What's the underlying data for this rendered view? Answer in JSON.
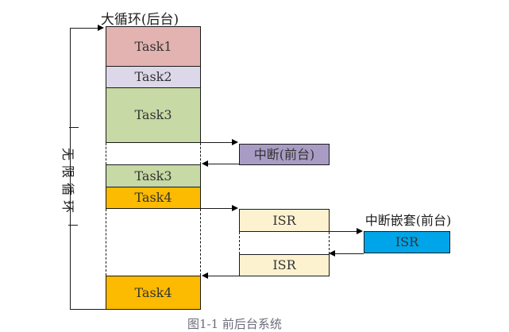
{
  "diagram": {
    "title": "大循环(后台)",
    "loop_label": "无限循环",
    "tasks": [
      {
        "label": "Task1",
        "color": "#e2b3b0"
      },
      {
        "label": "Task2",
        "color": "#dcd8e9"
      },
      {
        "label": "Task3",
        "color": "#c7d9a4"
      },
      {
        "label": "Task3",
        "color": "#c7d9a4"
      },
      {
        "label": "Task4",
        "color": "#fcba00"
      },
      {
        "label": "Task4",
        "color": "#fcba00"
      }
    ],
    "interrupt": {
      "label": "中断(前台)",
      "color": "#a89cc4"
    },
    "isr": [
      {
        "label": "ISR",
        "color": "#fdf2d0"
      },
      {
        "label": "ISR",
        "color": "#fdf2d0"
      }
    ],
    "nested": {
      "title": "中断嵌套(前台)",
      "label": "ISR",
      "color": "#00a4e8"
    },
    "caption_fragment": "图1-1 前后台系统",
    "line_color": "#1a1a1a"
  }
}
